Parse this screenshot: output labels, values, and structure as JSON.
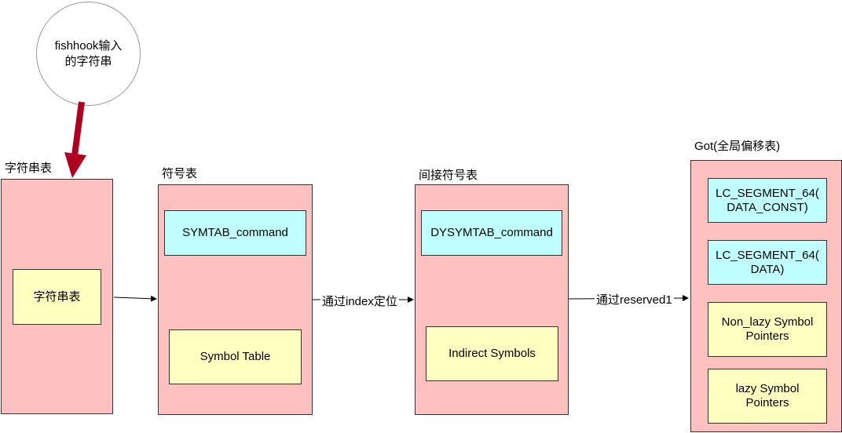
{
  "input_node": {
    "label": "fishhook输入\n的字符串"
  },
  "string_table": {
    "title": "字符串表",
    "inner": "字符串表"
  },
  "symbol_table": {
    "title": "符号表",
    "top": "SYMTAB_command",
    "bottom": "Symbol Table"
  },
  "indirect_table": {
    "title": "间接符号表",
    "top": "DYSYMTAB_command",
    "bottom": "Indirect Symbols"
  },
  "got": {
    "title": "Got(全局偏移表)",
    "items": [
      "LC_SEGMENT_64(\nDATA_CONST)",
      "LC_SEGMENT_64(\nDATA)",
      "Non_lazy Symbol\nPointers",
      "lazy Symbol\nPointers"
    ]
  },
  "edges": {
    "index": "通过index定位",
    "reserved": "通过reserved1"
  },
  "colors": {
    "panel": "#ffc0c0",
    "yellow": "#ffffc0",
    "cyan": "#c0ffff",
    "arrow_red": "#b00020"
  }
}
